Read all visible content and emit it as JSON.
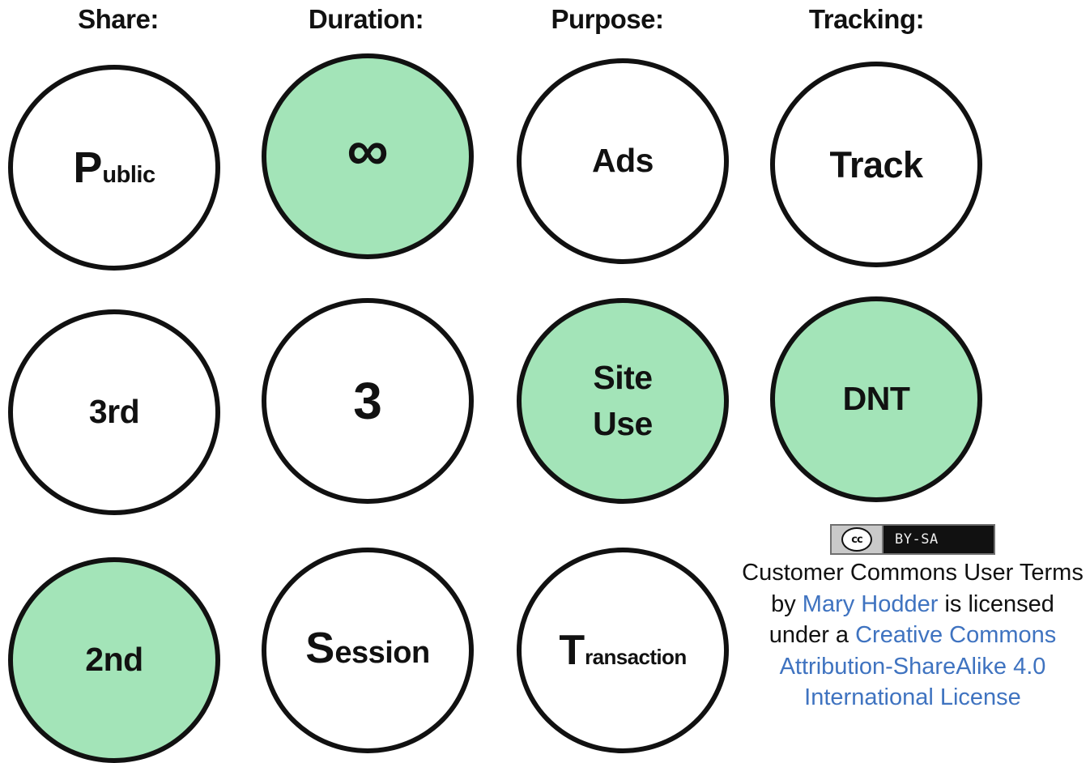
{
  "headers": {
    "share": "Share:",
    "duration": "Duration:",
    "purpose": "Purpose:",
    "tracking": "Tracking:"
  },
  "circles": {
    "share_public": {
      "cap": "P",
      "rest": "ublic",
      "selected": false
    },
    "share_3rd": {
      "label": "3rd",
      "selected": false
    },
    "share_2nd": {
      "label": "2nd",
      "selected": true
    },
    "duration_infinite": {
      "label": "∞",
      "selected": true
    },
    "duration_3": {
      "label": "3",
      "selected": false
    },
    "duration_session": {
      "cap": "S",
      "rest": "ession",
      "selected": false
    },
    "purpose_ads": {
      "label": "Ads",
      "selected": false
    },
    "purpose_site_use": {
      "line1": "Site",
      "line2": "Use",
      "selected": true
    },
    "purpose_transaction": {
      "cap": "T",
      "rest": "ransaction",
      "selected": false
    },
    "tracking_track": {
      "label": "Track",
      "selected": false
    },
    "tracking_dnt": {
      "label": "DNT",
      "selected": true
    }
  },
  "license": {
    "badge_left": "cc",
    "badge_right": "BY-SA",
    "text_1": "Customer Commons User Terms by ",
    "author_link": "Mary Hodder",
    "text_2": " is licensed under a ",
    "license_link": "Creative Commons Attribution-ShareAlike 4.0 International License"
  },
  "colors": {
    "selected_fill": "#a3e4b8",
    "border": "#111111",
    "link": "#3f73c0"
  }
}
